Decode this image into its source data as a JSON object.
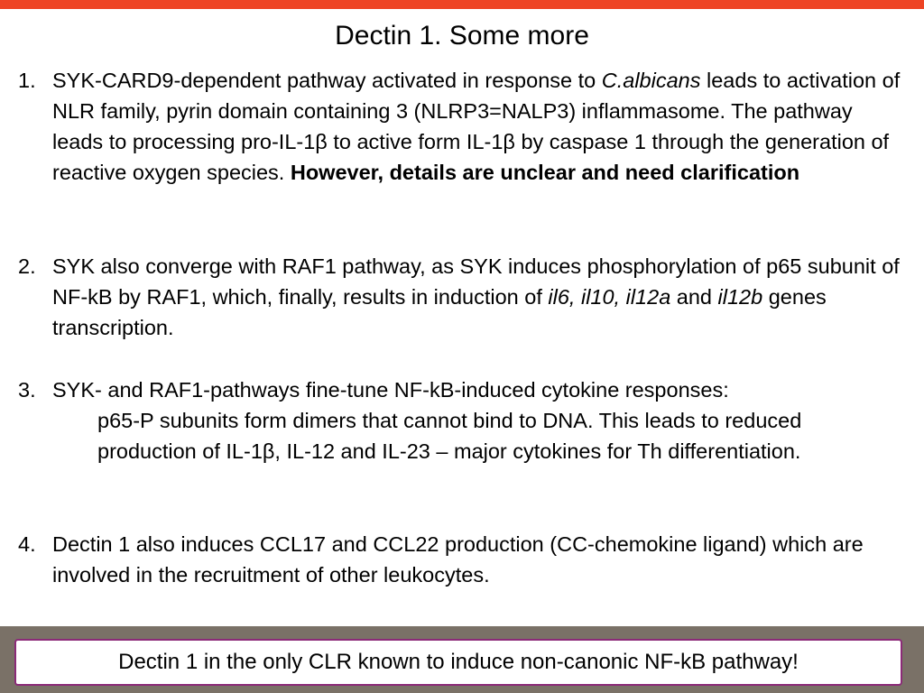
{
  "slide": {
    "title": "Dectin 1. Some more",
    "accent_color": "#ee4424",
    "band_color": "#7a7167",
    "box_border_color": "#8b2a78"
  },
  "items": [
    {
      "number": "1.",
      "text_a": "SYK-CARD9-dependent pathway activated in response to ",
      "italic_a": "C.albicans",
      "text_b": " leads to activation of NLR family, pyrin domain containing 3 (NLRP3=NALP3) inflammasome. The pathway leads to processing pro-IL-1β to active form IL-1β by caspase 1 through the generation of reactive oxygen species.  ",
      "bold": "However, details are unclear and need clarification"
    },
    {
      "number": "2.",
      "text_a": "SYK also converge with RAF1 pathway, as SYK induces phosphorylation of p65 subunit of NF-kB by RAF1, which, finally, results in induction of ",
      "italic_a": "il6, il10, il12a",
      "text_b": " and ",
      "italic_b": "il12b",
      "text_c": " genes transcription."
    },
    {
      "number": "3.",
      "text_a": "SYK- and RAF1-pathways fine-tune NF-kB-induced cytokine responses:",
      "text_sub": "p65-P subunits form dimers that cannot bind to DNA. This leads to reduced production of IL-1β, IL-12 and IL-23 – major cytokines for Th differentiation."
    },
    {
      "number": "4.",
      "text_a": "Dectin 1 also induces CCL17 and CCL22 production (CC-chemokine ligand) which are involved in the recruitment of other leukocytes."
    }
  ],
  "note": "Dectin 1 in the only CLR known to induce non-canonic NF-kB pathway!"
}
